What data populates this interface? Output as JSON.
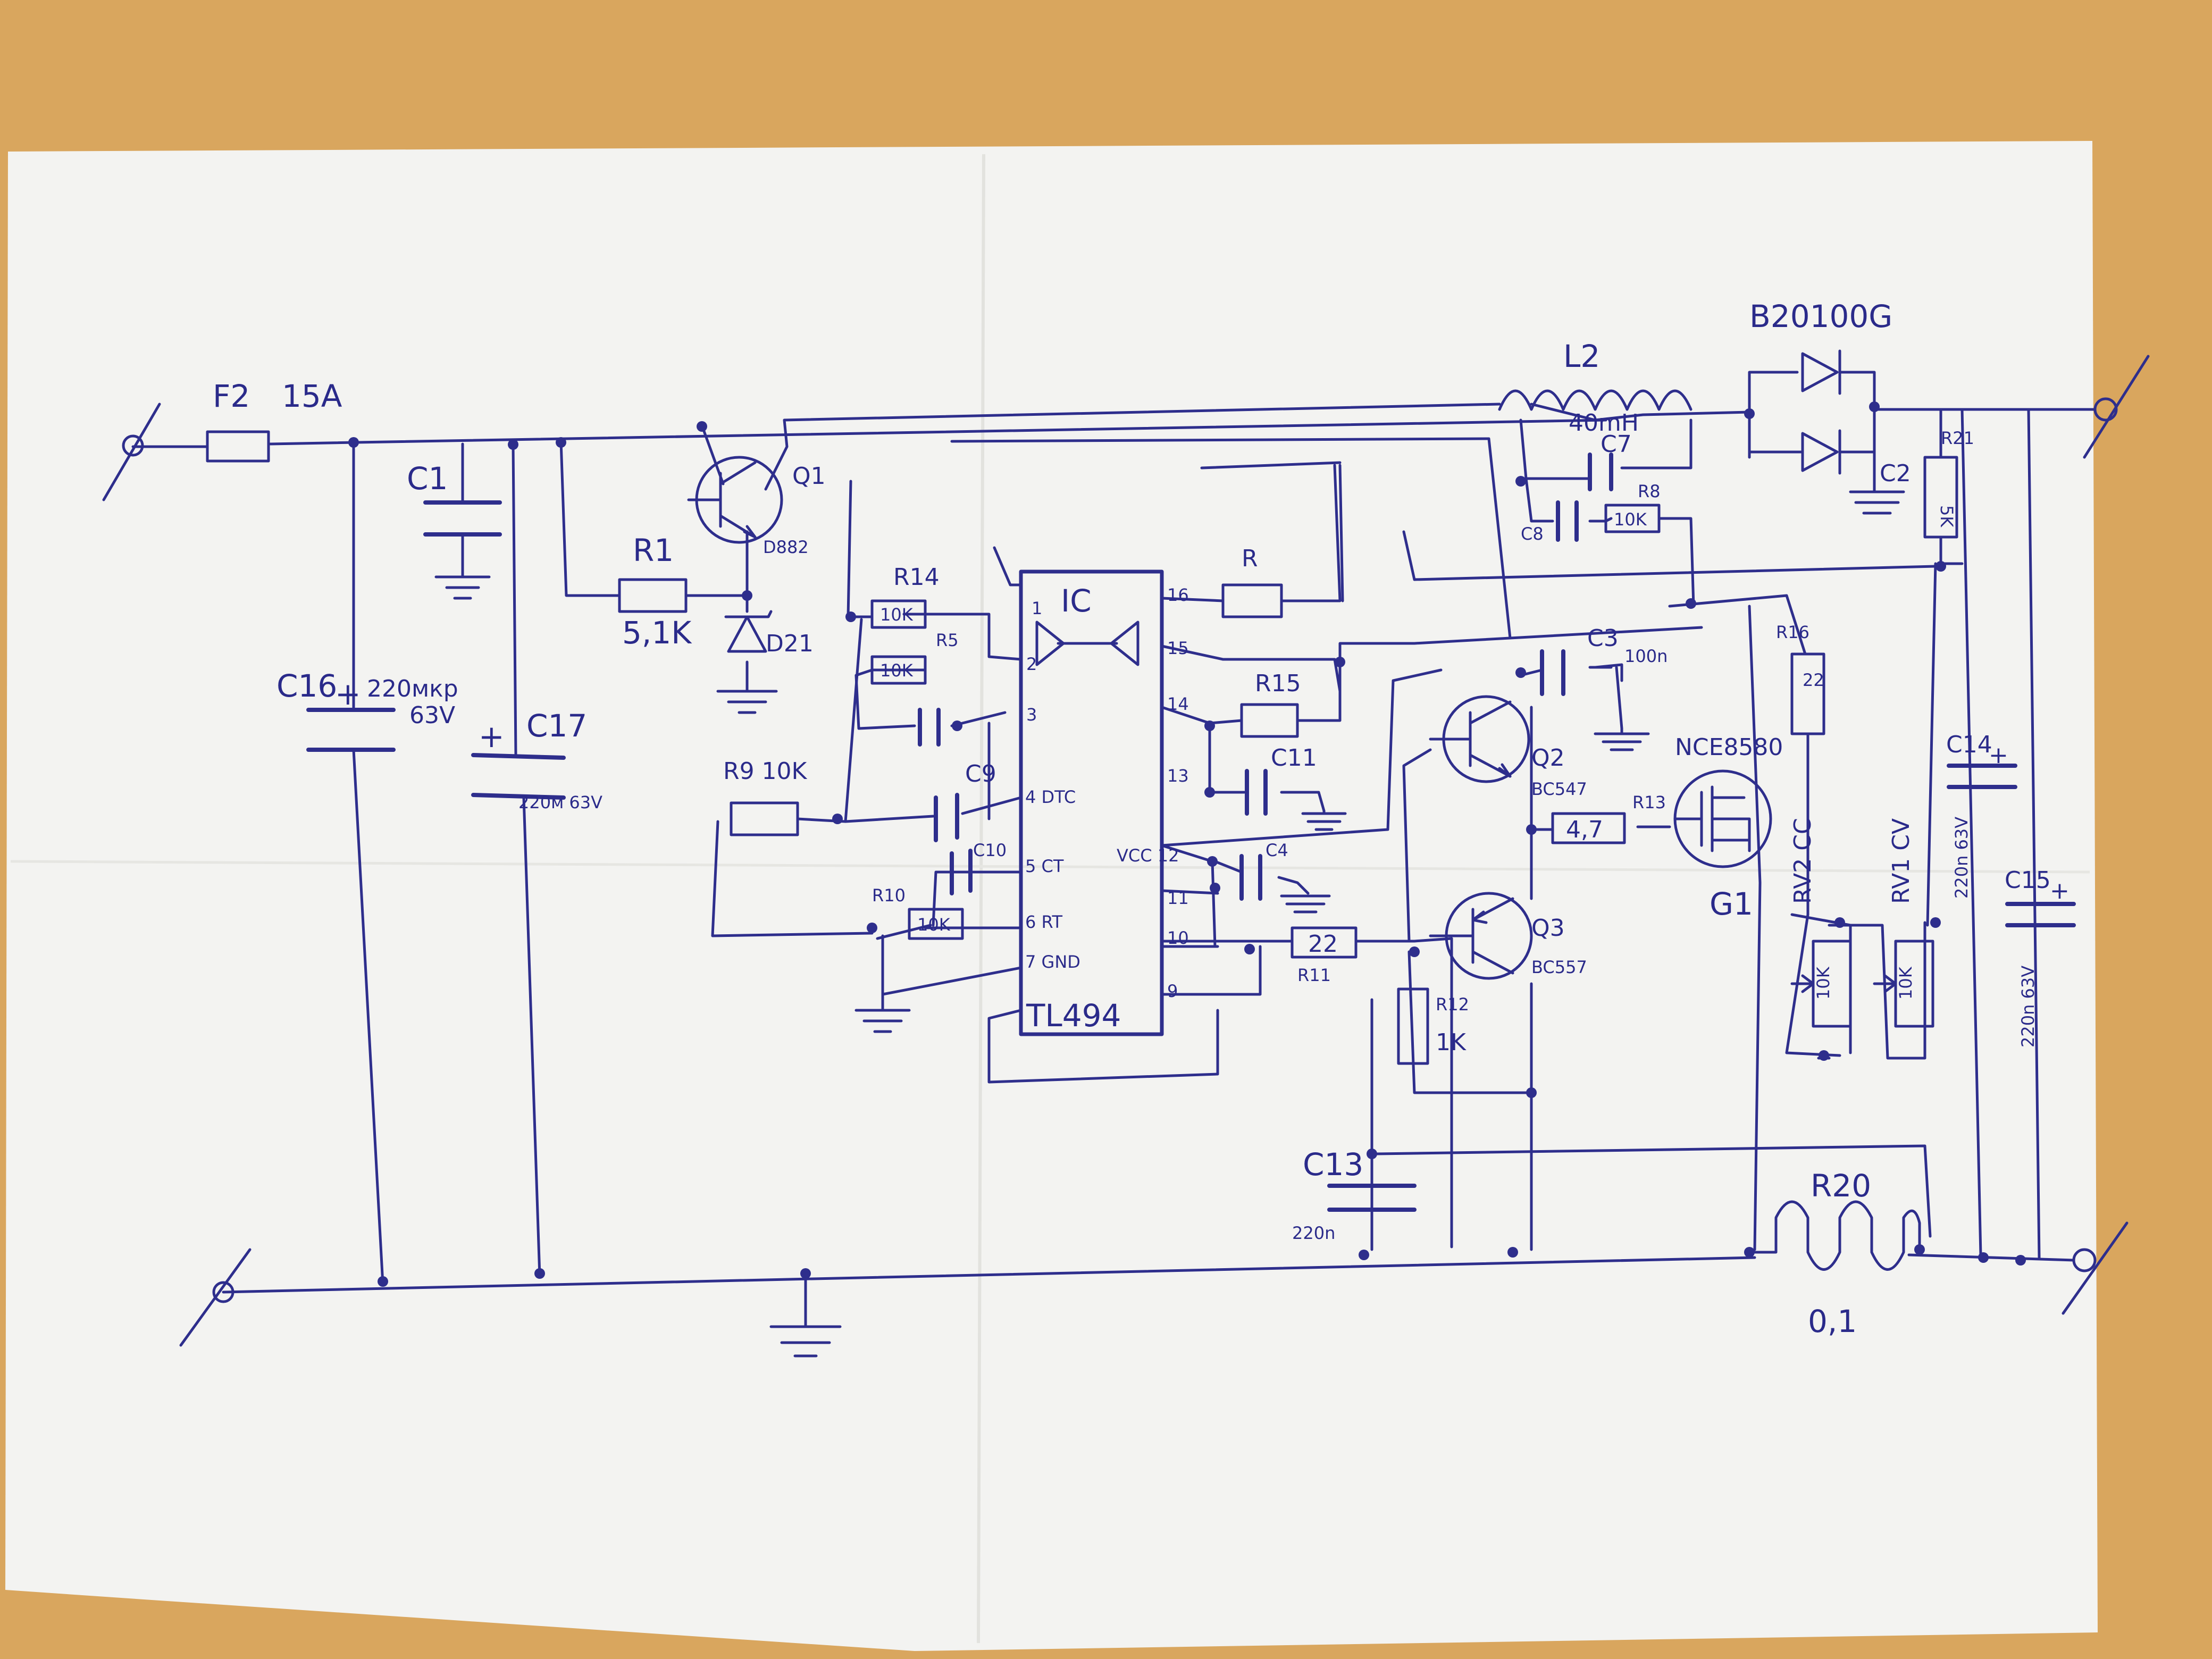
{
  "colors": {
    "table": "#d9a65e",
    "paper": "#f3f3f1",
    "ink": "#2e2e8c"
  },
  "components": {
    "fuse": {
      "ref": "F2",
      "value": "15A"
    },
    "l2": {
      "ref": "L2",
      "value": "40mH"
    },
    "diodes": {
      "ref": "B20100G"
    },
    "c1": {
      "ref": "C1"
    },
    "c16": {
      "ref": "C16",
      "value": "220мкр",
      "voltage": "63V"
    },
    "c17": {
      "ref": "C17",
      "value": "220м 63V"
    },
    "q1": {
      "ref": "Q1",
      "value": "D882"
    },
    "r1": {
      "ref": "R1",
      "value": "5,1K"
    },
    "zener": {
      "ref": "D21"
    },
    "r14": {
      "ref": "R14",
      "value": "10K"
    },
    "r5": {
      "ref": "R5",
      "value": "10K"
    },
    "r9": {
      "ref": "R9 10K"
    },
    "c9": {
      "ref": "C9"
    },
    "c10": {
      "ref": "C10"
    },
    "r10": {
      "ref": "R10",
      "value": "10K"
    },
    "ic": {
      "ref": "IC",
      "part": "TL494",
      "pins_left": [
        "1",
        "2",
        "3",
        "4 DTC",
        "5 CT",
        "6 RT",
        "7 GND"
      ],
      "pins_right": [
        "16",
        "15",
        "14",
        "13",
        "VCC 12",
        "11",
        "10",
        "9"
      ]
    },
    "r": {
      "ref": "R"
    },
    "r15": {
      "ref": "R15"
    },
    "c11": {
      "ref": "C11"
    },
    "c4": {
      "ref": "C4"
    },
    "r11": {
      "ref": "R11",
      "value": "22"
    },
    "c7": {
      "ref": "C7"
    },
    "c8": {
      "ref": "C8"
    },
    "r8": {
      "ref": "R8",
      "value": "10K"
    },
    "c3": {
      "ref": "C3",
      "value": "100n"
    },
    "q2": {
      "ref": "Q2",
      "value": "BC547"
    },
    "r13": {
      "ref": "R13",
      "value": "4,7"
    },
    "mosfet": {
      "ref": "G1",
      "value": "NCE8580"
    },
    "q3": {
      "ref": "Q3",
      "value": "BC557"
    },
    "r12": {
      "ref": "R12",
      "value": "1K"
    },
    "c13": {
      "ref": "C13",
      "value": "220n"
    },
    "r16": {
      "ref": "R16",
      "value": "22"
    },
    "rv2": {
      "ref": "RV2 CC",
      "value": "10K"
    },
    "rv1": {
      "ref": "RV1 CV",
      "value": "10K"
    },
    "c2": {
      "ref": "C2"
    },
    "r21": {
      "ref": "R21",
      "value": "5K"
    },
    "c14": {
      "ref": "C14",
      "value": "220n 63V"
    },
    "c15": {
      "ref": "C15",
      "value": "220n 63V"
    },
    "r20": {
      "ref": "R20",
      "value": "0,1"
    }
  }
}
